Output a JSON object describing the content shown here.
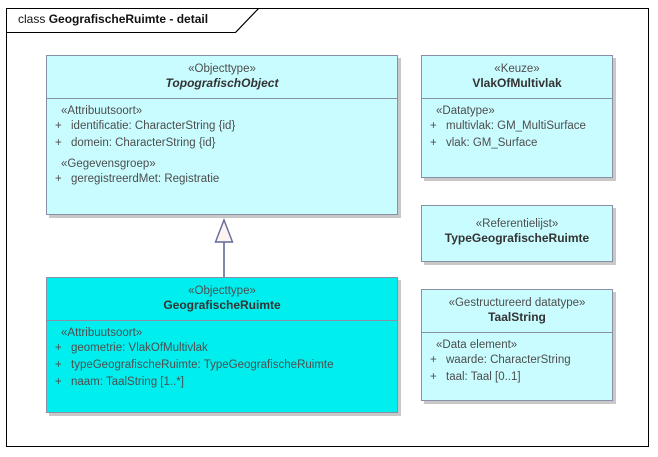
{
  "diagram": {
    "title_keyword": "class",
    "title_name": "GeografischeRuimte - detail",
    "colors": {
      "fill_light": "#c9fcff",
      "fill_bright": "#00eeee",
      "border": "#8a8fa8",
      "shadow": "#c8c8c8",
      "text": "#4d4d4d",
      "frame": "#000000"
    }
  },
  "classes": {
    "topografisch_object": {
      "stereotype": "«Objecttype»",
      "name": "TopografischObject",
      "sections": [
        {
          "stereotype": "«Attribuutsoort»",
          "attributes": [
            {
              "visibility": "+",
              "text": "identificatie: CharacterString {id}"
            },
            {
              "visibility": "+",
              "text": "domein: CharacterString {id}"
            }
          ]
        },
        {
          "stereotype": "«Gegevensgroep»",
          "attributes": [
            {
              "visibility": "+",
              "text": "geregistreerdMet: Registratie"
            }
          ]
        }
      ]
    },
    "geografische_ruimte": {
      "stereotype": "«Objecttype»",
      "name": "GeografischeRuimte",
      "sections": [
        {
          "stereotype": "«Attribuutsoort»",
          "attributes": [
            {
              "visibility": "+",
              "text": "geometrie: VlakOfMultivlak"
            },
            {
              "visibility": "+",
              "text": "typeGeografischeRuimte: TypeGeografischeRuimte"
            },
            {
              "visibility": "+",
              "text": "naam: TaalString [1..*]"
            }
          ]
        }
      ]
    },
    "vlak_of_multivlak": {
      "stereotype": "«Keuze»",
      "name": "VlakOfMultivlak",
      "sections": [
        {
          "stereotype": "«Datatype»",
          "attributes": [
            {
              "visibility": "+",
              "text": "multivlak: GM_MultiSurface"
            },
            {
              "visibility": "+",
              "text": "vlak: GM_Surface"
            }
          ]
        }
      ]
    },
    "type_geografische_ruimte": {
      "stereotype": "«Referentielijst»",
      "name": "TypeGeografischeRuimte",
      "sections": []
    },
    "taal_string": {
      "stereotype": "«Gestructureerd datatype»",
      "name": "TaalString",
      "sections": [
        {
          "stereotype": "«Data element»",
          "attributes": [
            {
              "visibility": "+",
              "text": "waarde: CharacterString"
            },
            {
              "visibility": "+",
              "text": "taal: Taal [0..1]"
            }
          ]
        }
      ]
    }
  },
  "relationships": [
    {
      "type": "generalization",
      "from": "GeografischeRuimte",
      "to": "TopografischObject"
    }
  ]
}
